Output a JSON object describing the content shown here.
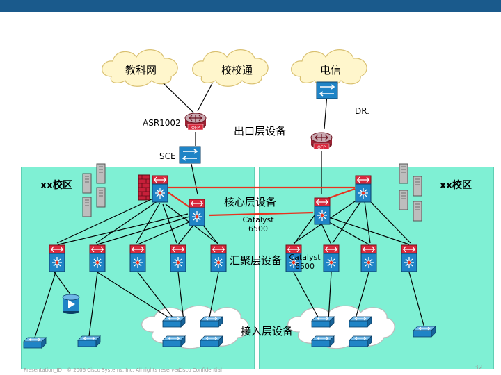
{
  "clouds": {
    "jiaokewang": "教科网",
    "xiaoxiaotong": "校校通",
    "dianxin": "电信"
  },
  "devices": {
    "asr": "ASR1002",
    "sce": "SCE",
    "dr": "DR.",
    "ofp": "OFP"
  },
  "layers": {
    "egress": "出口层设备",
    "core": "核心层设备",
    "aggregation": "汇聚层设备",
    "access": "接入层设备"
  },
  "zones": {
    "left": "xx校区",
    "right": "xx校区"
  },
  "catalyst": {
    "name": "Catalyst",
    "model": "6500"
  },
  "footer": {
    "presentation": "Presentation_ID",
    "copyright": "© 2006 Cisco Systems, Inc. All rights reserved.",
    "confidential": "Cisco Confidential",
    "page": "32"
  },
  "colors": {
    "core_link": "#e8321e",
    "zone_fill": "#7ff0d4",
    "device_red": "#d8283c",
    "device_blue": "#1f84c6"
  }
}
